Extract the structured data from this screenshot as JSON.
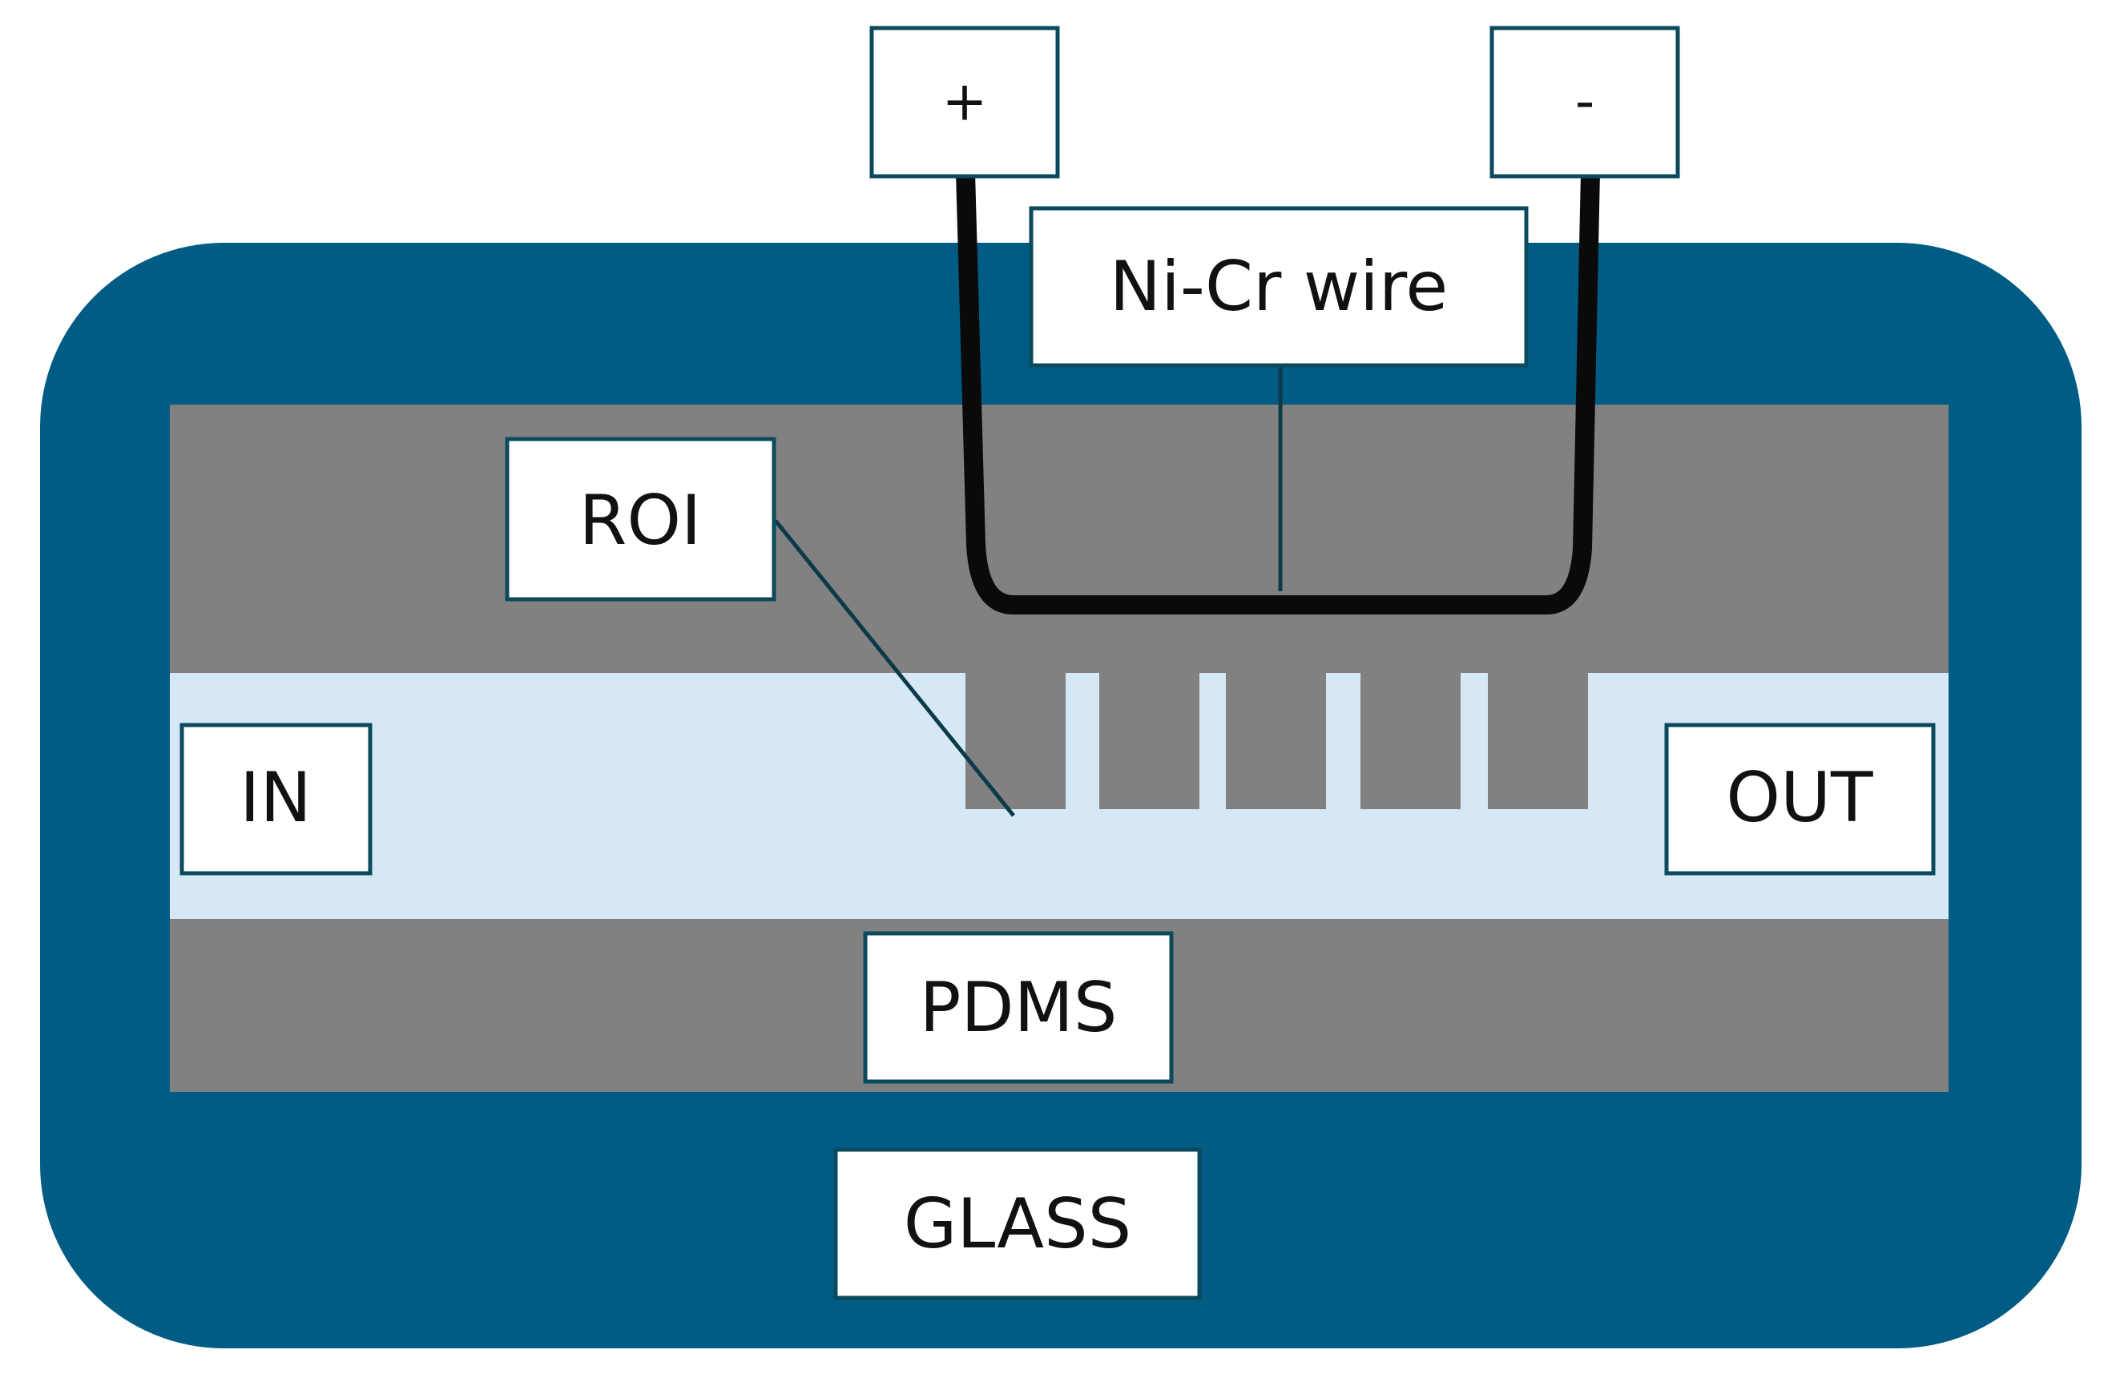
{
  "colors": {
    "glass": "#015c85",
    "pdms": "#818181",
    "channel": "#d6e8f6",
    "wire": "#0a0a0a",
    "label_border": "#0b4a5c",
    "label_fill": "#ffffff"
  },
  "labels": {
    "plus": "+",
    "minus": "-",
    "wire": "Ni-Cr wire",
    "roi": "ROI",
    "inlet": "IN",
    "outlet": "OUT",
    "pdms": "PDMS",
    "glass": "GLASS"
  },
  "structure": {
    "electrode_count": 2,
    "pillar_count": 5
  }
}
